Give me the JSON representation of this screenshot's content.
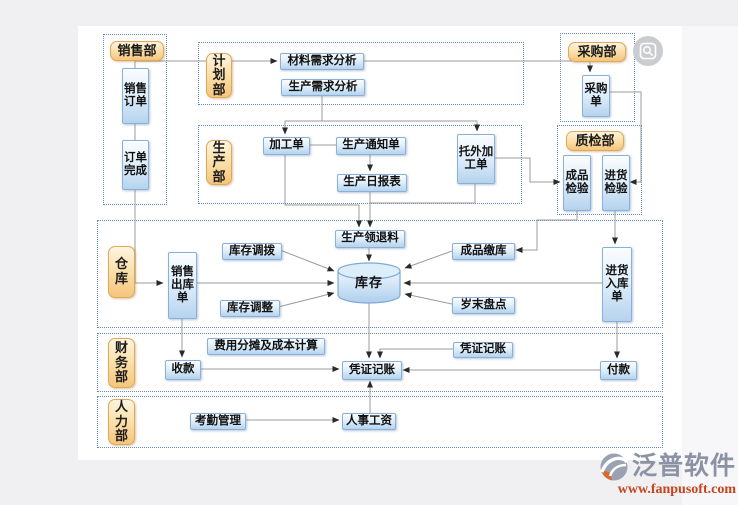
{
  "diagram": {
    "departments": {
      "sales": "销售部",
      "plan": "计划部",
      "production": "生产部",
      "purchase": "采购部",
      "qc": "质检部",
      "warehouse": "仓库",
      "finance": "财务部",
      "hr": "人力部"
    },
    "nodes": {
      "sales_order": "销售订单",
      "order_complete": "订单完成",
      "material_req": "材料需求分析",
      "production_req": "生产需求分析",
      "process_order": "加工单",
      "production_notice": "生产通知单",
      "production_daily": "生产日报表",
      "outsource_order": "托外加工单",
      "purchase_order": "采购单",
      "finished_inspection": "成品检验",
      "incoming_inspection": "进货检验",
      "inventory_transfer": "库存调拨",
      "sales_outbound": "销售出库单",
      "inventory_adjust": "库存调整",
      "production_material": "生产领退料",
      "inventory": "库存",
      "finished_warehousing": "成品缴库",
      "yearend_count": "岁末盘点",
      "incoming_receipt": "进货入库单",
      "cost_allocation": "费用分摊及成本计算",
      "receipt": "收款",
      "voucher_main": "凭证记账",
      "voucher_upper": "凭证记账",
      "payment": "付款",
      "attendance": "考勤管理",
      "payroll": "人事工资"
    },
    "icons": {
      "preview": "magnifier-preview-icon"
    },
    "colors": {
      "dept_accent": "#f5c57c",
      "node_fill": "#b5d3ee",
      "section_border": "#5f8ac8",
      "line": "#9b9b9b",
      "brand_gray": "#8a92a4",
      "brand_orange": "#c8431c"
    },
    "watermark": {
      "brand": "泛普软件",
      "url": "www.fanpusoft.com"
    }
  }
}
